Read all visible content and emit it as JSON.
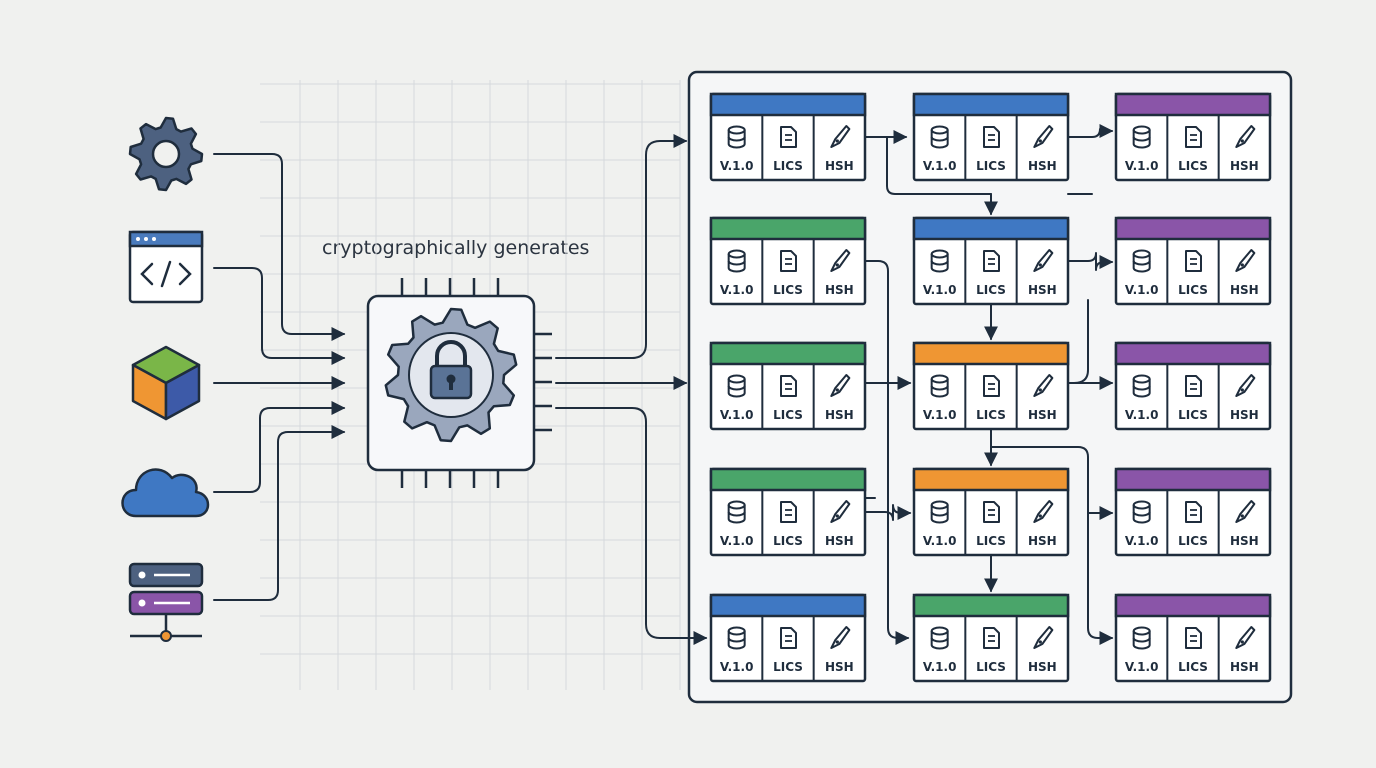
{
  "title": "",
  "caption": "cryptographically generates",
  "colors": {
    "background": "#f0f1ef",
    "ink": "#1f2d3d",
    "grid": "#d6d9dc",
    "panel": "#f5f6f7",
    "blue": "#3f78c3",
    "green": "#4aa56a",
    "purple": "#8a55a8",
    "orange": "#ef9633",
    "gear": "#4d6180",
    "cloud": "#3f78c3"
  },
  "sources": [
    {
      "name": "settings",
      "icon": "gear-icon"
    },
    {
      "name": "code",
      "icon": "code-window-icon"
    },
    {
      "name": "package",
      "icon": "cube-icon"
    },
    {
      "name": "cloud",
      "icon": "cloud-icon"
    },
    {
      "name": "server",
      "icon": "server-icon"
    }
  ],
  "processor": {
    "icon": "gear-lock-icon"
  },
  "card_fields": [
    {
      "icon": "database-icon",
      "label": "V.1.0"
    },
    {
      "icon": "document-icon",
      "label": "LICS"
    },
    {
      "icon": "pen-nib-icon",
      "label": "HSH"
    }
  ],
  "grid": [
    [
      "blue",
      "blue",
      "purple"
    ],
    [
      "green",
      "blue",
      "purple"
    ],
    [
      "green",
      "orange",
      "purple"
    ],
    [
      "green",
      "orange",
      "purple"
    ],
    [
      "blue",
      "green",
      "purple"
    ]
  ]
}
